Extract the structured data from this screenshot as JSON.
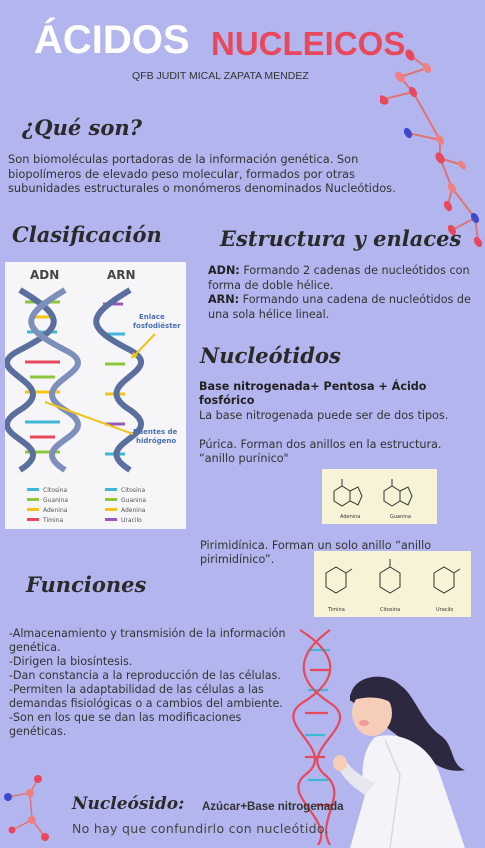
{
  "header": {
    "title_main": "ÁCIDOS",
    "title_accent": "NUCLEICOS",
    "author": "QFB JUDIT MICAL ZAPATA MENDEZ"
  },
  "que_son": {
    "heading": "¿Qué son?",
    "text": "Son biomoléculas portadoras de la información genética. Son biopolímeros de elevado peso molecular, formados por otras subunidades estructurales o monómeros denominados Nucleótidos."
  },
  "clasificacion": {
    "heading": "Clasificación",
    "dna_label": "ADN",
    "rna_label": "ARN",
    "callout_bond": "Enlace fosfodiéster",
    "callout_bridge": "Puentes de hidrógeno",
    "legend_dna": [
      "Citosina",
      "Guanina",
      "Adenina",
      "Timina"
    ],
    "legend_rna": [
      "Citosina",
      "Guanina",
      "Adenina",
      "Uracilo"
    ]
  },
  "estructura": {
    "heading": "Estructura y enlaces",
    "adn_label": "ADN:",
    "adn_text": " Formando 2 cadenas de nucleótidos con forma de doble hélice.",
    "arn_label": "ARN:",
    "arn_text": " Formando una cadena de nucleótidos de una sola hélice lineal."
  },
  "nucleotidos": {
    "heading": "Nucleótidos",
    "formula": "Base nitrogenada+ Pentosa + Ácido fosfórico",
    "text_1": "La base nitrogenada puede ser de dos tipos.",
    "text_2": "Púrica. Forman dos anillos en la estructura. “anillo purínico\"",
    "purine_labels": [
      "Adenina",
      "Guanina"
    ],
    "text_3": "Pirimidínica. Forman un solo anillo “anillo pirimidínico”.",
    "pyrimidine_labels": [
      "Timina",
      "Citosina",
      "Uracilo"
    ]
  },
  "funciones": {
    "heading": "Funciones",
    "items": [
      "-Almacenamiento y transmisión de la información genética.",
      "-Dirigen la biosíntesis.",
      "-Dan constancia a la reproducción de las células.",
      "-Permiten la adaptabilidad de las células a las demandas fisiológicas o a cambios del ambiente.",
      "-Son en los que se dan las modificaciones genéticas."
    ]
  },
  "nucleosido": {
    "heading": "Nucleósido:",
    "subtitle": "Azúcar+Base nitrogenada",
    "note": "No hay que confundirlo con nucleótido."
  },
  "colors": {
    "background": "#b3b6ee",
    "accent": "#e8485c",
    "cytosine": "#3fb8d6",
    "guanine": "#8cc63f",
    "adenine": "#f0c419",
    "thymine": "#e8485c",
    "uracil": "#9b59b6",
    "backbone": "#5b6f9e"
  }
}
